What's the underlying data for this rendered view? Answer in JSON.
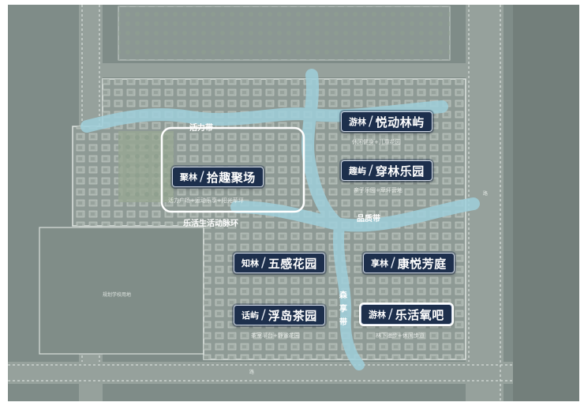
{
  "colors": {
    "ground": "#8c9994",
    "river": "#9ccad6",
    "badge": "#1d2f4c",
    "outer_grey": "#7b8884"
  },
  "zone_labels": {
    "vitality": "活力带",
    "quality": "品质带",
    "loop": "乐活生活动脉环",
    "enjoy_vertical": "森享带"
  },
  "areas": [
    {
      "prefix": "聚林",
      "name": "拾趣聚场",
      "sub": "活力广场+运动乐享+阳光草坪"
    },
    {
      "prefix": "游林",
      "name": "悦动林屿",
      "sub": "休闲健身+儿童花园"
    },
    {
      "prefix": "趣屿",
      "name": "穿林乐园",
      "sub": "亲子乐园+草坪营地"
    },
    {
      "prefix": "知林",
      "name": "五感花园",
      "sub": ""
    },
    {
      "prefix": "享林",
      "name": "康悦芳庭",
      "sub": ""
    },
    {
      "prefix": "话屿",
      "name": "浮岛茶园",
      "sub": "茶室平台+静谧花园"
    },
    {
      "prefix": "游林",
      "name": "乐活氧吧",
      "sub": "林下漫步+休闲步道"
    }
  ],
  "road_labels": {
    "school": "规划学校用地",
    "bottom_road": "路",
    "right_road": "路"
  }
}
